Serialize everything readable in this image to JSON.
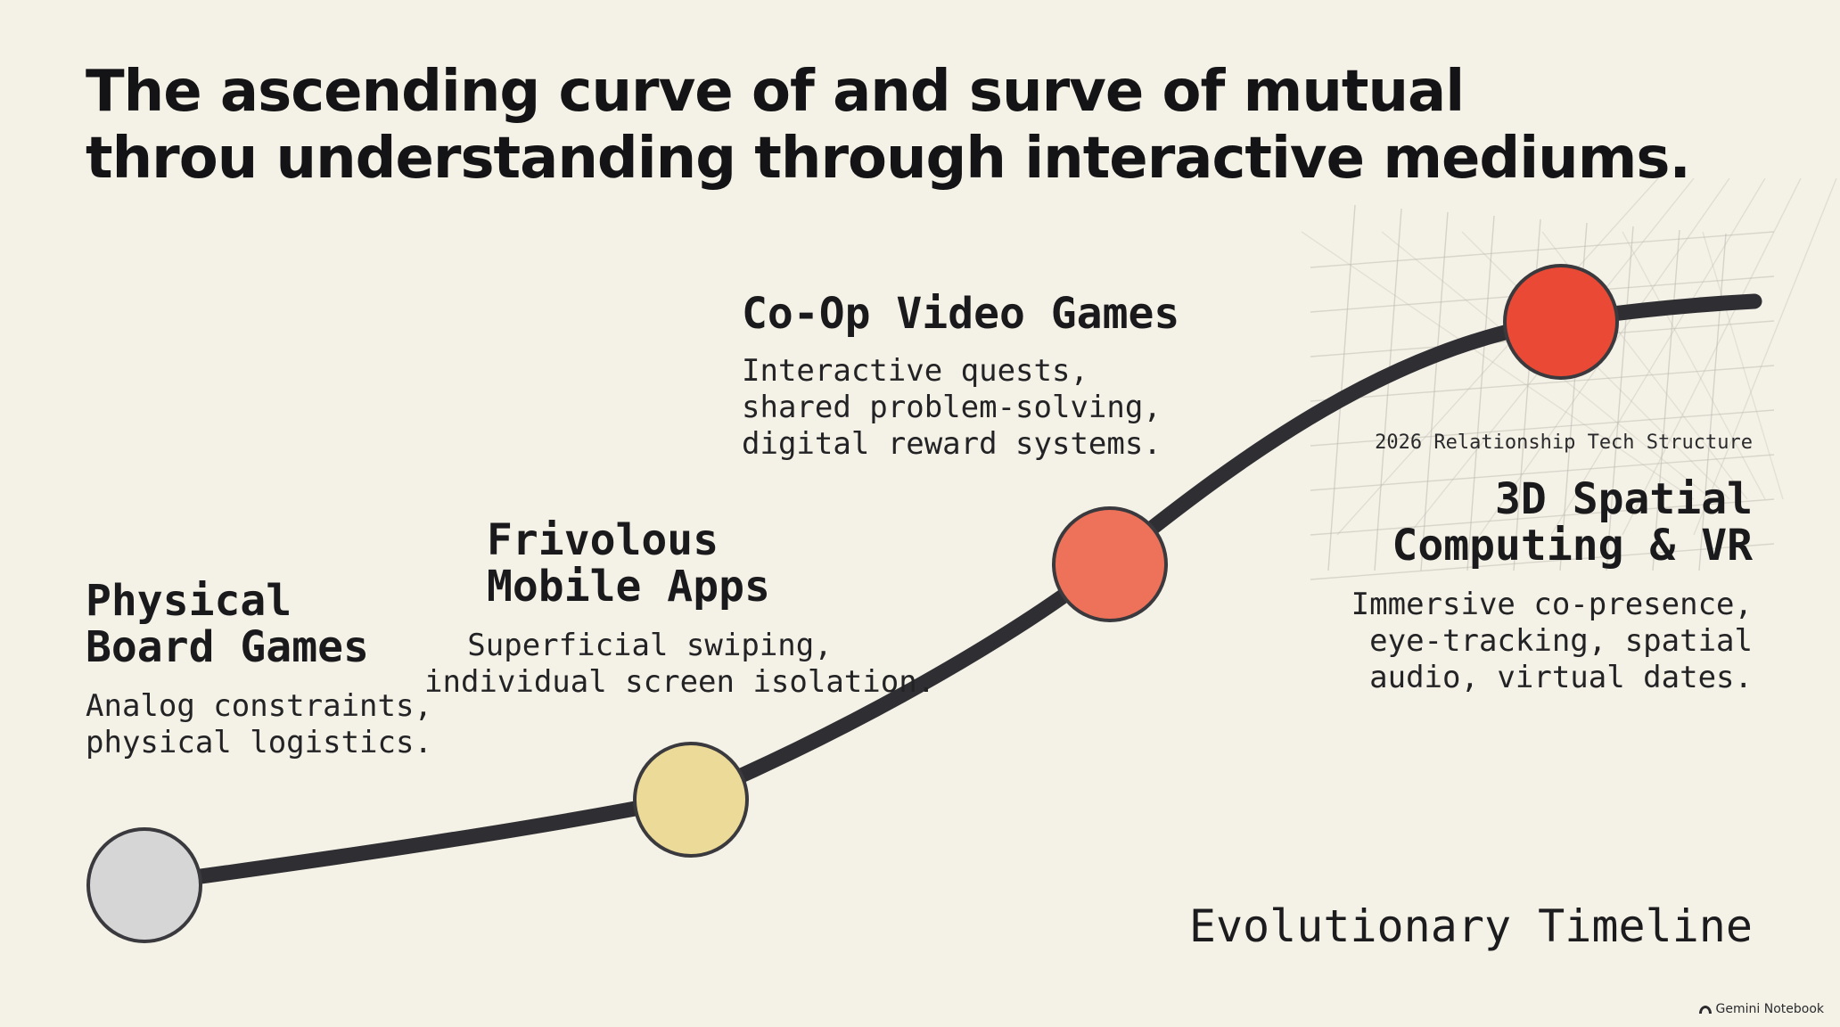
{
  "title": {
    "line1": "The ascending curve of and surve of mutual",
    "line2": "throu understanding through interactive mediums."
  },
  "stages": [
    {
      "heading": [
        "Physical",
        "Board Games"
      ],
      "description": [
        "Analog constraints,",
        "physical logistics."
      ],
      "node_color": "#d6d6d6"
    },
    {
      "heading": [
        "Frivolous",
        "Mobile Apps"
      ],
      "description": [
        "Superficial swiping,",
        "individual screen isolation."
      ],
      "node_color": "#ecdb98"
    },
    {
      "heading": [
        "Co-Op Video Games"
      ],
      "description": [
        "Interactive quests,",
        "shared problem-solving,",
        "digital reward systems."
      ],
      "node_color": "#ee7259"
    },
    {
      "heading": [
        "3D Spatial",
        "Computing & VR"
      ],
      "description": [
        "Immersive co-presence,",
        "eye-tracking, spatial",
        "audio, virtual dates."
      ],
      "node_color": "#ea4a35"
    }
  ],
  "annotation": "2026 Relationship Tech Structure",
  "footer_label": "Evolutionary Timeline",
  "brand": {
    "icon": "gemini-notebook-icon",
    "text": "Gemini Notebook"
  },
  "colors": {
    "background": "#f4f1e6",
    "curve": "#2f2f33",
    "node_outline": "#3a3a3e",
    "grid": "#bdbab2"
  }
}
